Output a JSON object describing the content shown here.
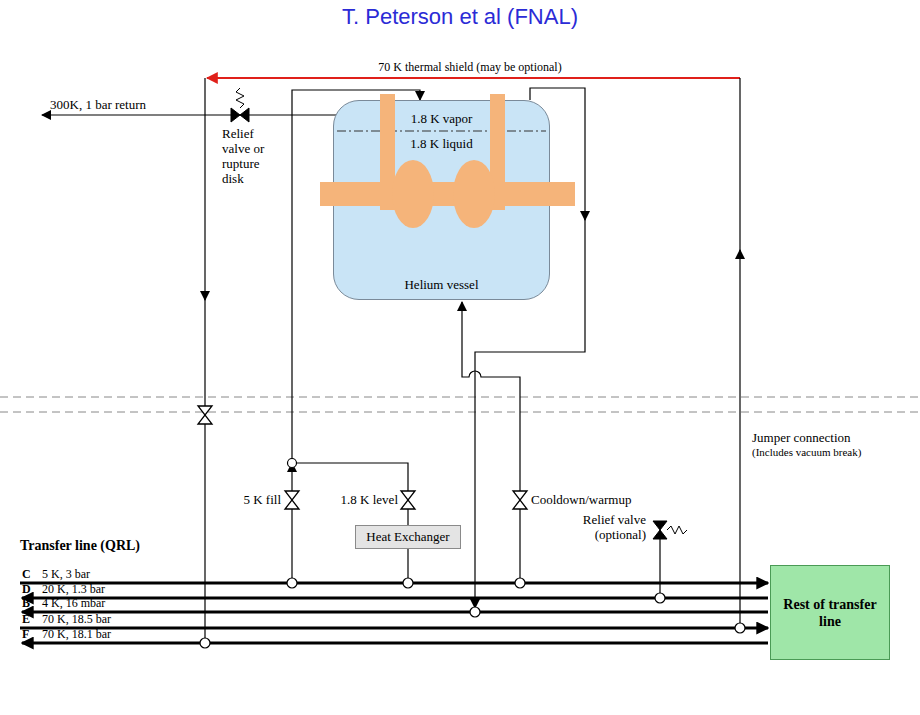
{
  "diagram": {
    "title": "T. Peterson et al (FNAL)",
    "nodes": [
      {
        "text": [
          "1.8 K vapor",
          "1.8 K liquid",
          "Helium vessel"
        ]
      },
      {
        "text": [
          "Heat Exchanger"
        ]
      },
      {
        "text": [
          "Rest of transfer line"
        ]
      }
    ],
    "edges": [
      {
        "from": 1,
        "to": 0,
        "arrow": "to"
      }
    ],
    "labels": [
      "70 K thermal shield (may be optional)",
      "300K, 1 bar return",
      "Relief valve or rupture disk",
      "5 K fill",
      "1.8 K level",
      "Cooldown/warmup",
      "Relief valve (optional)",
      "Jumper connection",
      "(Includes vacuum break)",
      "Transfer line (QRL)",
      "C",
      "5 K, 3 bar",
      "D",
      "20 K, 1.3 bar",
      "B",
      "4 K, 16 mbar",
      "E",
      "70 K, 18.5 bar",
      "F",
      "70 K, 18.1 bar"
    ]
  }
}
